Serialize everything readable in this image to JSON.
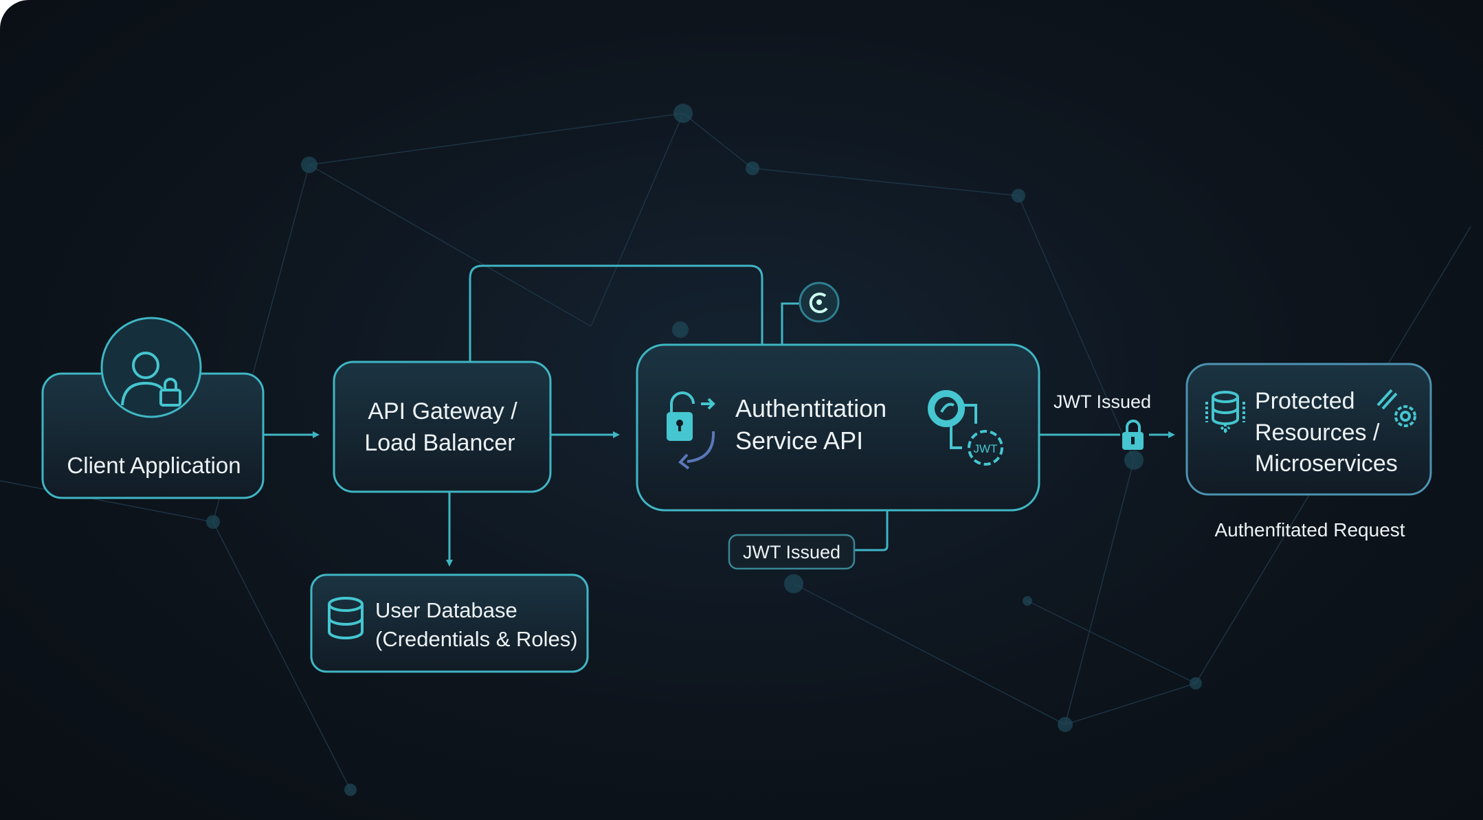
{
  "nodes": {
    "client": {
      "label": "Client Application"
    },
    "gateway": {
      "line1": "API Gateway /",
      "line2": "Load Balancer"
    },
    "auth": {
      "line1": "Authentitation",
      "line2": "Service API"
    },
    "protected": {
      "line1": "Protected",
      "line2": "Resources /",
      "line3": "Microservices"
    },
    "database": {
      "line1": "User Database",
      "line2": "(Credentials & Roles)"
    }
  },
  "labels": {
    "jwt_issued_bottom": "JWT Issued",
    "jwt_issued_right": "JWT Issued",
    "authenticated_request": "Authenfitated Request"
  },
  "icons": {
    "client": "user-lock-icon",
    "auth_left": "lock-refresh-icon",
    "auth_right": "jwt-token-icon",
    "top_node": "refresh-circle-icon",
    "right_lock": "lock-icon",
    "protected": "database-gear-icon",
    "database": "database-icon"
  },
  "colors": {
    "accent": "#3fb6c4",
    "background": "#0d141c",
    "text": "#eef3f6"
  }
}
